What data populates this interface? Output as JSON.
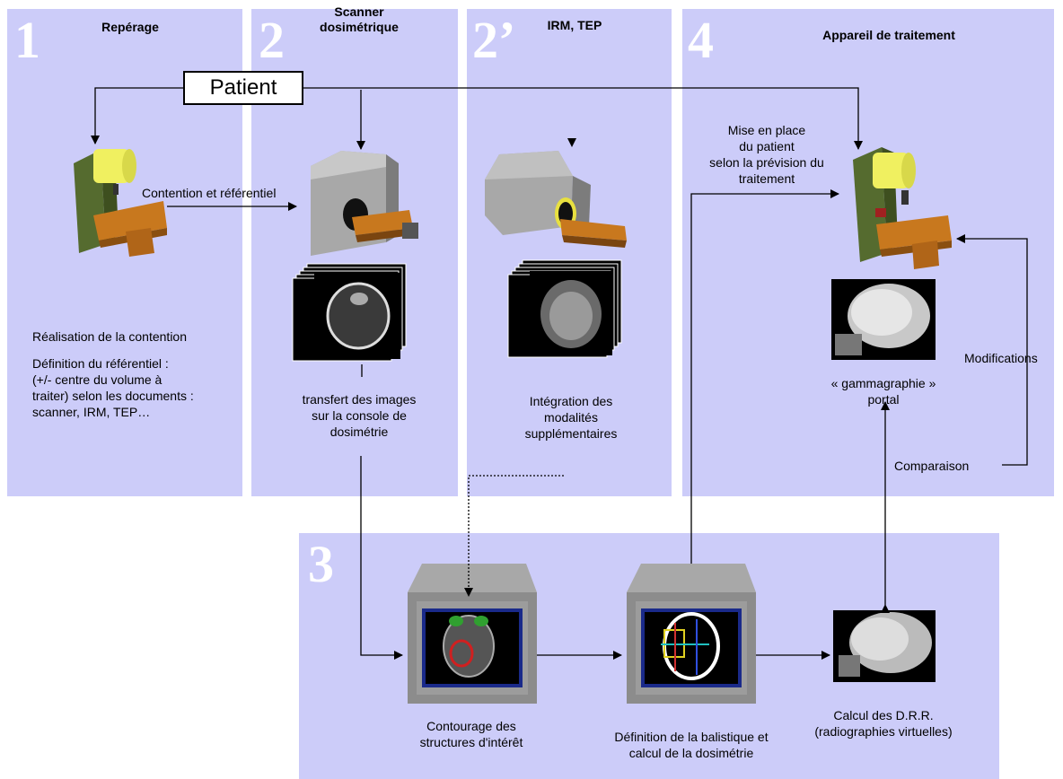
{
  "panels": {
    "p1": {
      "number": "1",
      "title": "Repérage"
    },
    "p2": {
      "number": "2",
      "title_line1": "Scanner",
      "title_line2": "dosimétrique"
    },
    "p2b": {
      "number": "2’",
      "title": "IRM, TEP"
    },
    "p3": {
      "number": "3"
    },
    "p4": {
      "number": "4",
      "title": "Appareil de traitement"
    }
  },
  "patient": "Patient",
  "labels": {
    "contention_ref": "Contention et référentiel",
    "realisation": "Réalisation de la contention",
    "definition_line1": "Définition du référentiel :",
    "definition_line2": "(+/- centre du volume à",
    "definition_line3": "traiter) selon les documents :",
    "definition_line4": "scanner, IRM, TEP…",
    "transfert_line1": "transfert des images",
    "transfert_line2": "sur la console de",
    "transfert_line3": "dosimétrie",
    "integration_line1": "Intégration des",
    "integration_line2": "modalités",
    "integration_line3": "supplémentaires",
    "mise_line1": "Mise en place",
    "mise_line2": "du patient",
    "mise_line3": "selon la prévision du",
    "mise_line4": "traitement",
    "gamma_line1": "« gammagraphie »",
    "gamma_line2": "portal",
    "modifications": "Modifications",
    "comparaison": "Comparaison",
    "contourage_line1": "Contourage des",
    "contourage_line2": "structures d'intérêt",
    "balistique_line1": "Définition de la balistique et",
    "balistique_line2": "calcul de la dosimétrie",
    "drr_line1": "Calcul des D.R.R.",
    "drr_line2": "(radiographies virtuelles)"
  },
  "colors": {
    "panel": "#ccccf9",
    "machine_body": "#556b2f",
    "machine_head": "#f0f060",
    "couch": "#c8781e",
    "scanner_gray": "#a8a8a8",
    "monitor_gray": "#8c8c8c",
    "screen_frame": "#1a2a8a"
  },
  "icons": [
    "linac-icon",
    "ct-scanner-icon",
    "mri-scanner-icon",
    "ct-slices-icon",
    "mri-slices-icon",
    "workstation-monitor-icon",
    "portal-image",
    "drr-image"
  ]
}
